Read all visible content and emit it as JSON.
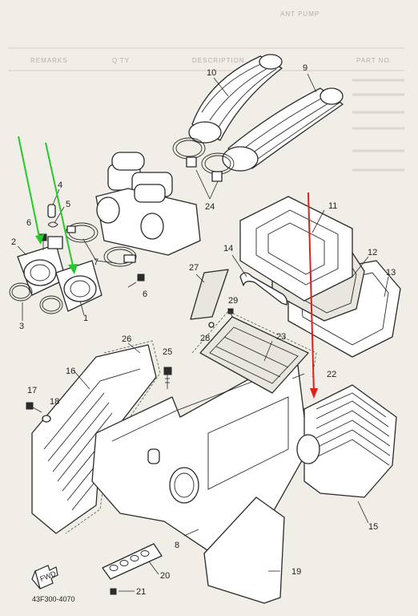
{
  "background_header": {
    "title_fragment": "ANT PUMP",
    "col_part_no": "PART NO.",
    "col_description": "DESCRIPTION",
    "col_qty": "Q'TY",
    "col_remarks": "REMARKS"
  },
  "callouts": {
    "p1": "1",
    "p2": "2",
    "p3": "3",
    "p4": "4",
    "p5": "5",
    "p6a": "6",
    "p6b": "6",
    "p7": "7",
    "p8": "8",
    "p9": "9",
    "p10": "10",
    "p11": "11",
    "p12": "12",
    "p13": "13",
    "p14": "14",
    "p15": "15",
    "p16": "16",
    "p17": "17",
    "p18": "18",
    "p19": "19",
    "p20": "20",
    "p21": "21",
    "p22": "22",
    "p23": "23",
    "p24": "24",
    "p25": "25",
    "p26": "26",
    "p27": "27",
    "p28": "28",
    "p29": "29"
  },
  "fwd_label": "FWD",
  "diagram_code": "43F300-4070",
  "annotation_colors": {
    "green": "#25c92a",
    "red": "#e0201c"
  }
}
